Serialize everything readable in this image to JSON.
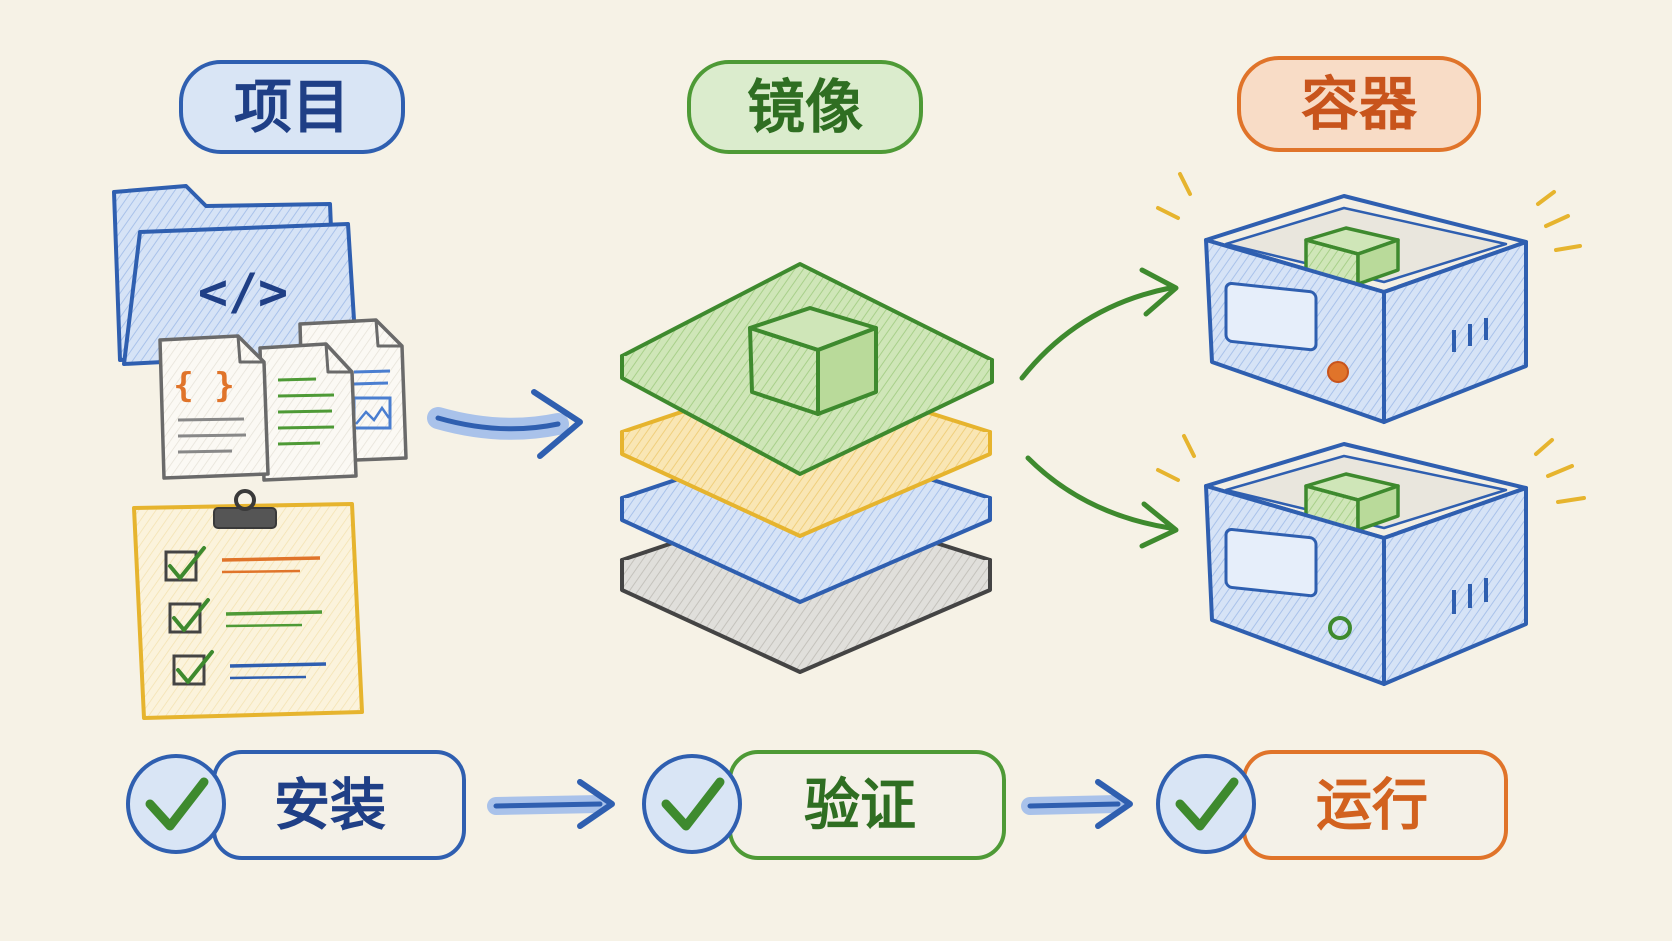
{
  "titles": {
    "project": "项目",
    "image": "镜像",
    "container": "容器"
  },
  "steps": {
    "install": "安装",
    "verify": "验证",
    "run": "运行"
  },
  "code_glyph": "</>",
  "braces_glyph": "{ }",
  "colors": {
    "blue": "#2f5fb0",
    "green": "#3e8a2e",
    "orange": "#e0742a",
    "yellow": "#e6b42e",
    "gray": "#555555",
    "paper": "#f6f2e6"
  },
  "icons": {
    "project_folder": "code-folder-icon",
    "project_docs": "document-stack-icon",
    "project_checklist": "checklist-clipboard-icon",
    "image_layers": "layer-stack-icon",
    "container_boxes": "container-box-icon"
  }
}
